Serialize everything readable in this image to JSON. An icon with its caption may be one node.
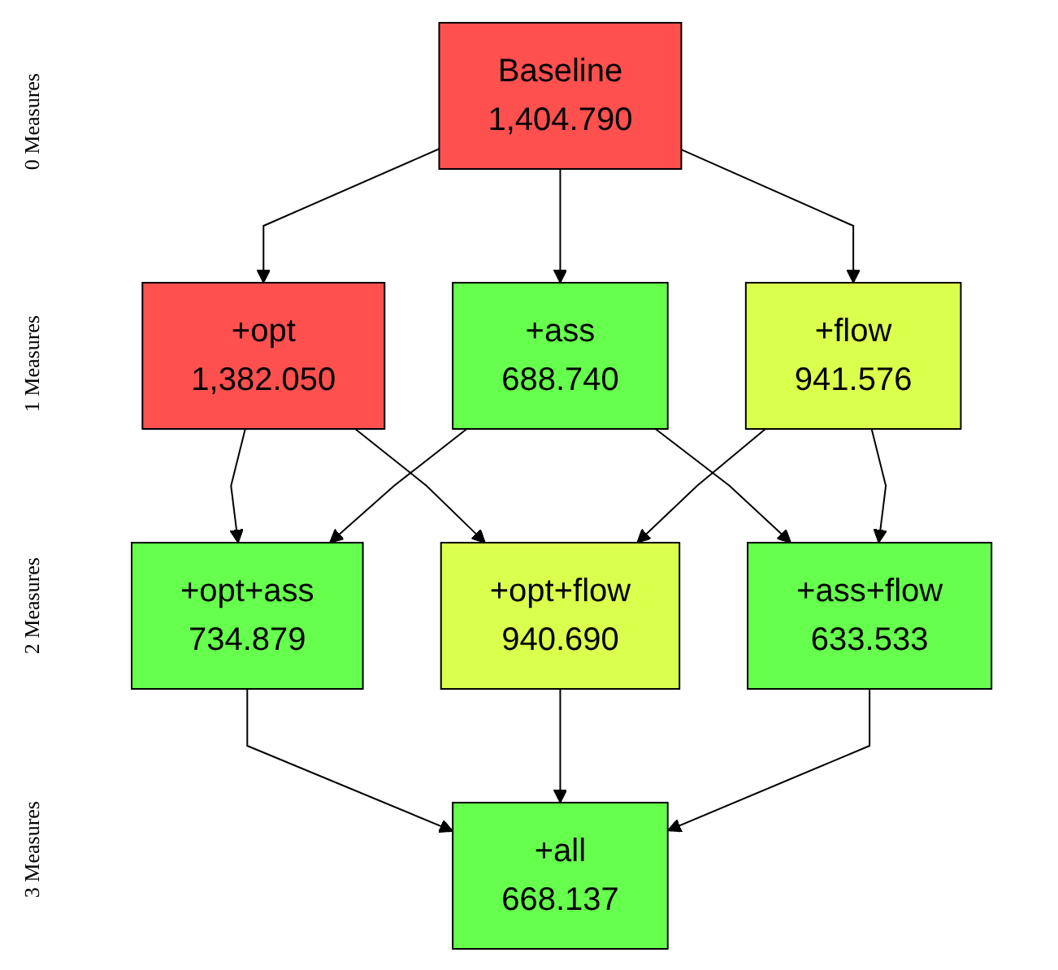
{
  "diagram": {
    "nodes": [
      {
        "text": [
          "Baseline",
          "1,404.790"
        ]
      },
      {
        "text": [
          "+opt",
          "1,382.050"
        ]
      },
      {
        "text": [
          "+ass",
          "688.740"
        ]
      },
      {
        "text": [
          "+flow",
          "941.576"
        ]
      },
      {
        "text": [
          "+opt+ass",
          "734.879"
        ]
      },
      {
        "text": [
          "+opt+flow",
          "940.690"
        ]
      },
      {
        "text": [
          "+ass+flow",
          "633.533"
        ]
      },
      {
        "text": [
          "+all",
          "668.137"
        ]
      }
    ],
    "edges": [
      {
        "from": 0,
        "to": 1,
        "arrow": "to"
      },
      {
        "from": 0,
        "to": 2,
        "arrow": "to"
      },
      {
        "from": 0,
        "to": 3,
        "arrow": "to"
      },
      {
        "from": 1,
        "to": 4,
        "arrow": "to"
      },
      {
        "from": 1,
        "to": 5,
        "arrow": "to"
      },
      {
        "from": 2,
        "to": 4,
        "arrow": "to"
      },
      {
        "from": 2,
        "to": 6,
        "arrow": "to"
      },
      {
        "from": 3,
        "to": 5,
        "arrow": "to"
      },
      {
        "from": 3,
        "to": 6,
        "arrow": "to"
      },
      {
        "from": 4,
        "to": 7,
        "arrow": "to"
      },
      {
        "from": 5,
        "to": 7,
        "arrow": "to"
      },
      {
        "from": 6,
        "to": 7,
        "arrow": "to"
      }
    ],
    "labels": [
      "0 Measures",
      "1 Measures",
      "2 Measures",
      "3 Measures"
    ]
  }
}
